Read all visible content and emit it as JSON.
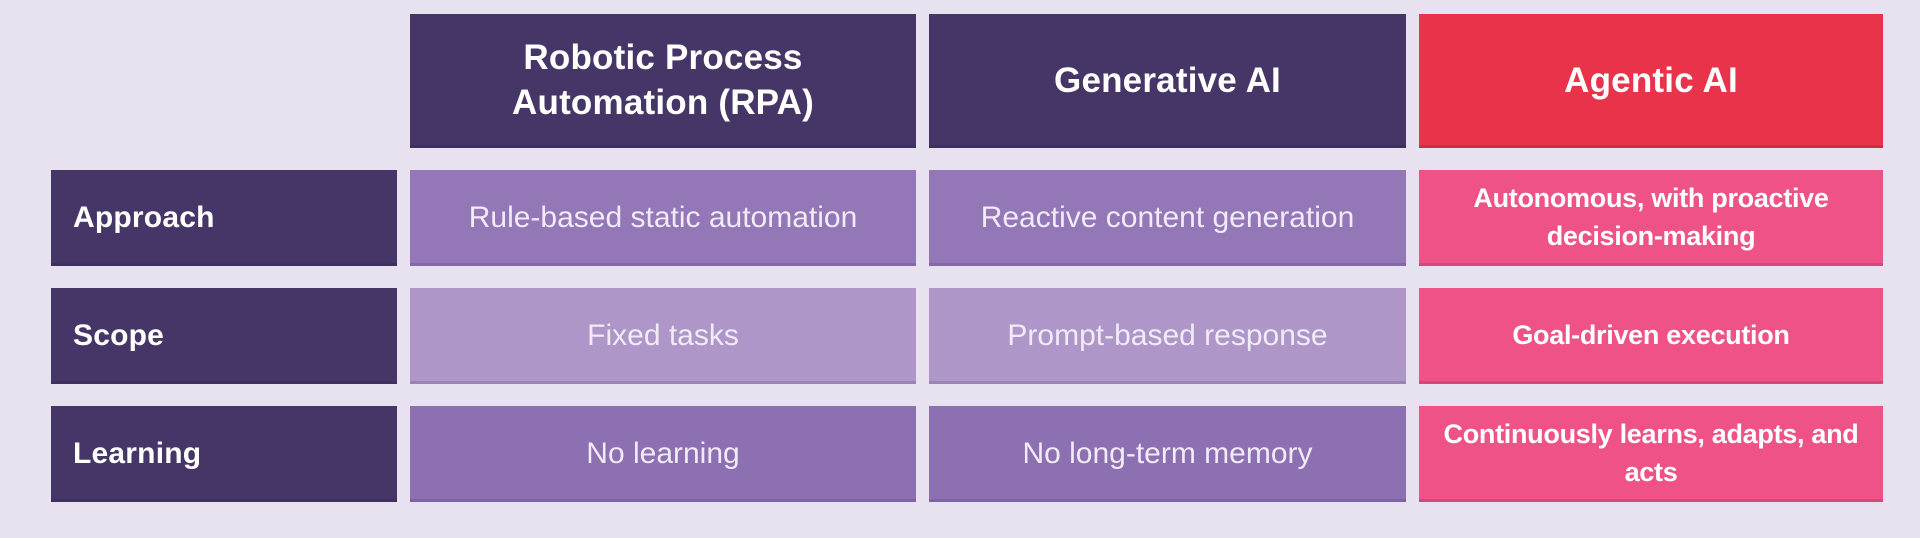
{
  "chart_data": {
    "type": "table",
    "columns": [
      "Robotic Process Automation (RPA)",
      "Generative AI",
      "Agentic AI"
    ],
    "row_headers": [
      "Approach",
      "Scope",
      "Learning"
    ],
    "rows": [
      [
        "Rule-based static automation",
        "Reactive content generation",
        "Autonomous, with proactive decision-making"
      ],
      [
        "Fixed tasks",
        "Prompt-based response",
        "Goal-driven execution"
      ],
      [
        "No learning",
        "No long-term memory",
        "Continuously learns, adapts, and acts"
      ]
    ],
    "layout_hints": {
      "highlight_column": "Agentic AI",
      "grid": "off",
      "legend": "none"
    }
  },
  "colors": {
    "background": "#e8e1f0",
    "header_purple": "#453667",
    "header_red": "#e9334a",
    "cell_purple_row1": "#9377b7",
    "cell_purple_row2": "#ae96c8",
    "cell_purple_row3": "#8c70b1",
    "cell_pink": "#ef5286",
    "text_white": "#ffffff",
    "text_soft_white": "#f1eaf8"
  }
}
